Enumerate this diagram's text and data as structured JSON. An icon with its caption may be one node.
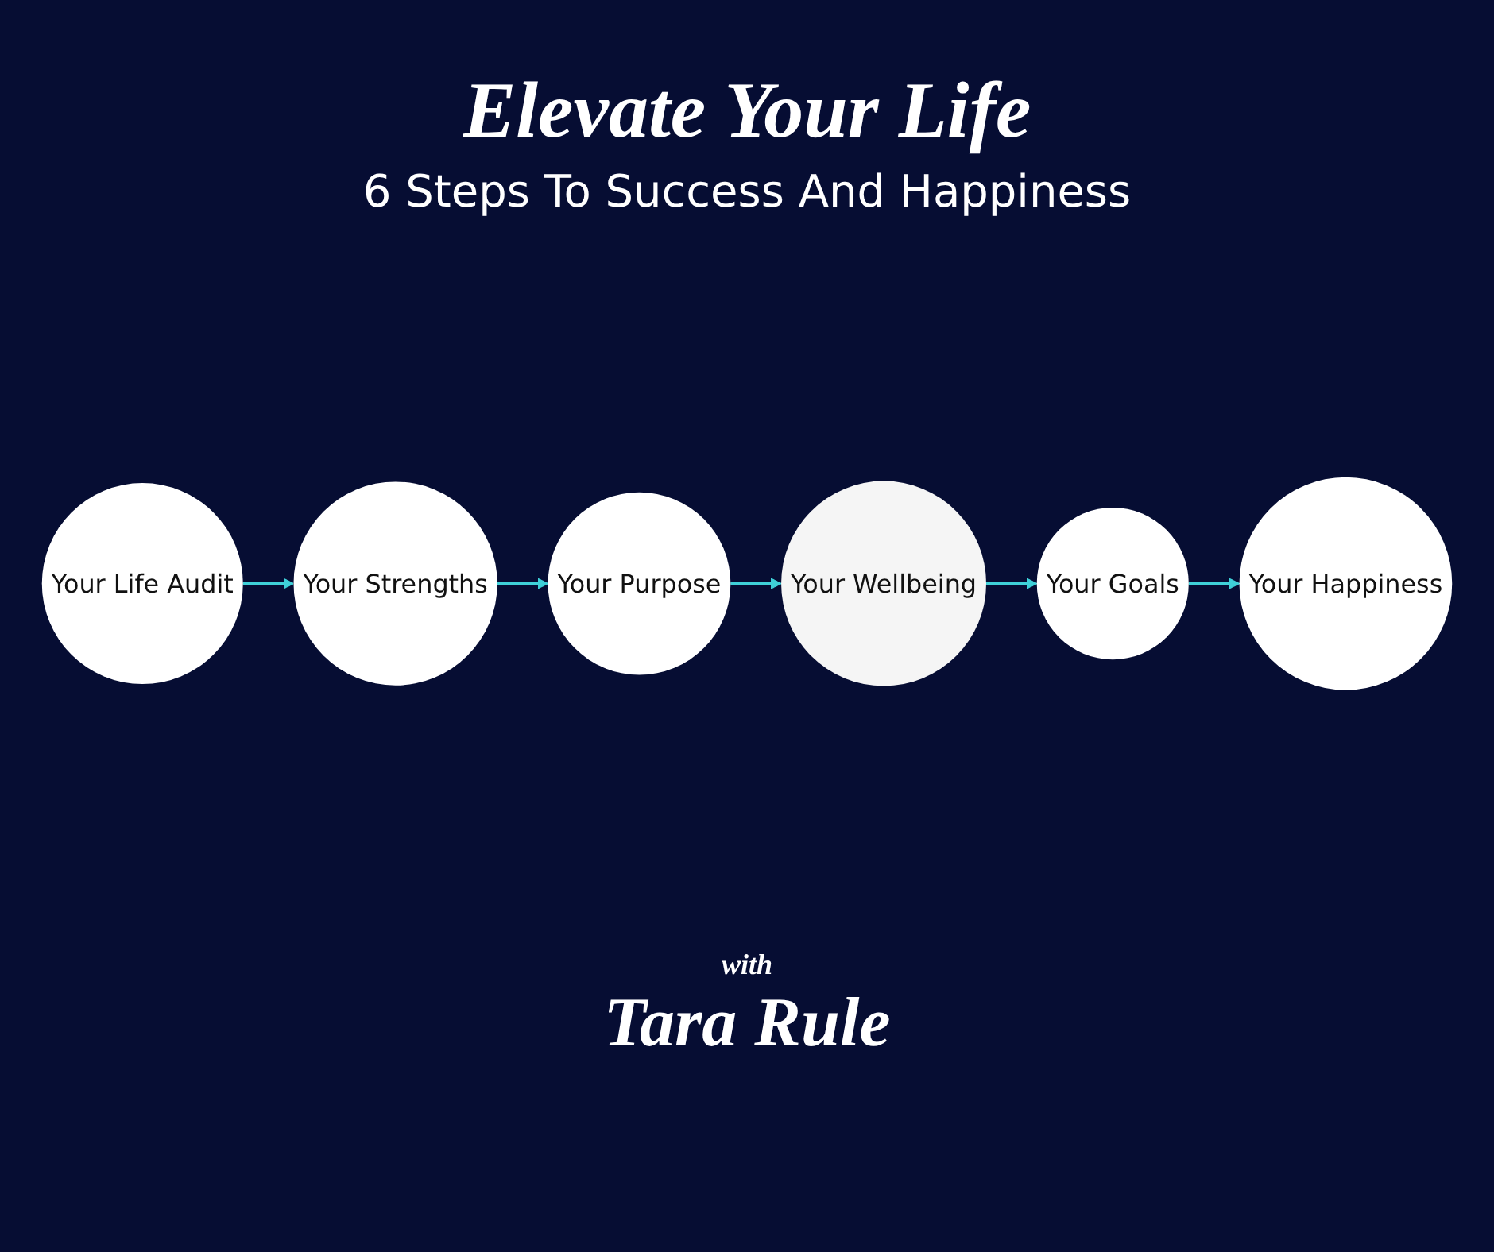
{
  "diagram": {
    "title": "Elevate Your Life",
    "nodes": [
      {
        "text": [
          "Your Life Audit"
        ]
      },
      {
        "text": [
          "Your Strengths"
        ]
      },
      {
        "text": [
          "Your Purpose"
        ]
      },
      {
        "text": [
          "Your Wellbeing"
        ]
      },
      {
        "text": [
          "Your Goals"
        ]
      },
      {
        "text": [
          "Your Happiness"
        ]
      }
    ],
    "edges": [
      {
        "from": 0,
        "to": 1,
        "arrow": "to"
      },
      {
        "from": 1,
        "to": 2,
        "arrow": "to"
      },
      {
        "from": 2,
        "to": 3,
        "arrow": "to"
      },
      {
        "from": 3,
        "to": 4,
        "arrow": "to"
      },
      {
        "from": 4,
        "to": 5,
        "arrow": "to"
      }
    ],
    "labels": [
      "6 Steps To Success And Happiness",
      "with",
      "Tara Rule"
    ]
  }
}
